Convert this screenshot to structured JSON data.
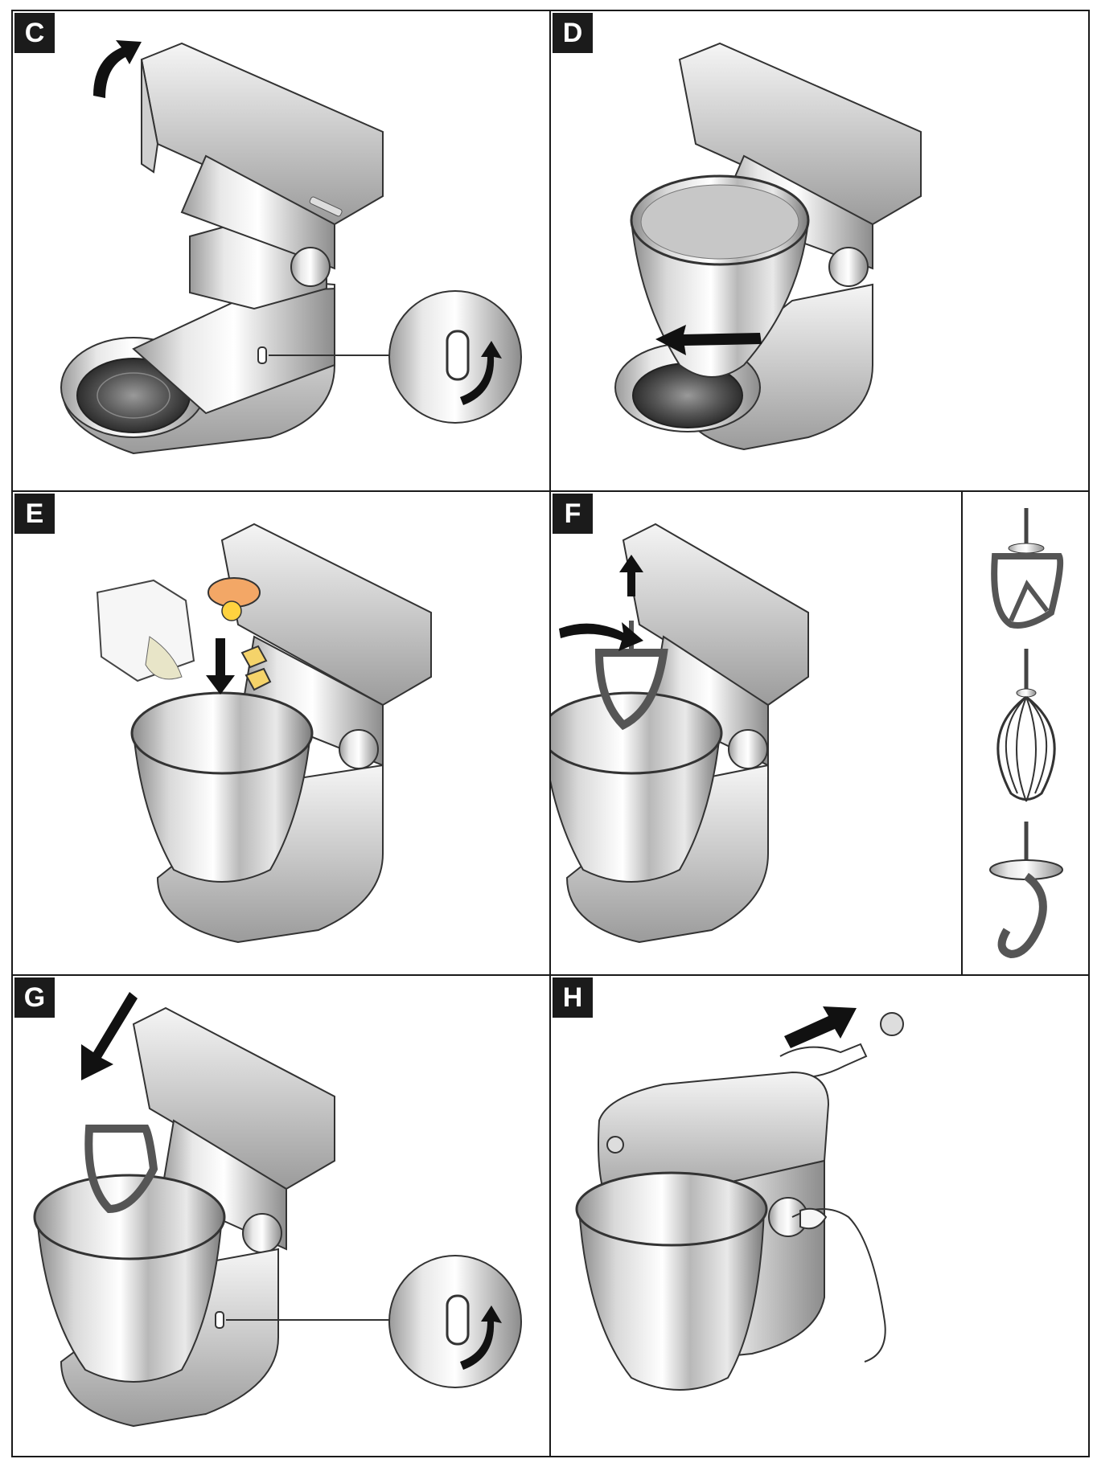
{
  "panels": [
    {
      "label": "C",
      "step": "raise-head-and-lock"
    },
    {
      "label": "D",
      "step": "fit-bowl"
    },
    {
      "label": "E",
      "step": "add-ingredients"
    },
    {
      "label": "F",
      "step": "fit-tool"
    },
    {
      "label": "G",
      "step": "lower-head-and-lock"
    },
    {
      "label": "H",
      "step": "plug-in-and-switch-on"
    }
  ],
  "tools": [
    "k-beater-icon",
    "whisk-icon",
    "dough-hook-icon"
  ],
  "colors": {
    "ink": "#1a1a1a",
    "steel_light": "#ececec",
    "steel_mid": "#bdbdbd",
    "steel_dark": "#7d7d7d",
    "egg_yolk": "#ffd23f",
    "egg_shell": "#f3a766",
    "butter": "#f5d36a"
  }
}
